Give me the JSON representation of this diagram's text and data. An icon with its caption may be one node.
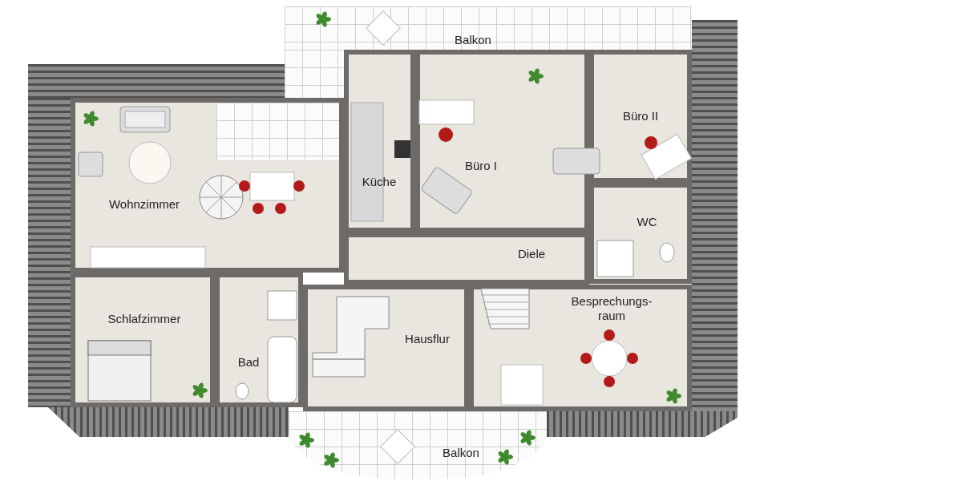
{
  "diagram": {
    "nodes": [
      {
        "text": [
          "Balkon"
        ]
      },
      {
        "text": [
          "Büro II"
        ]
      },
      {
        "text": [
          "Büro I"
        ]
      },
      {
        "text": [
          "Wohnzimmer"
        ]
      },
      {
        "text": [
          "Küche"
        ]
      },
      {
        "text": [
          "WC"
        ]
      },
      {
        "text": [
          "Diele"
        ]
      },
      {
        "text": [
          "Besprechungs- raum"
        ]
      },
      {
        "text": [
          "Schlafzimmer"
        ]
      },
      {
        "text": [
          "Hausflur"
        ]
      },
      {
        "text": [
          "Bad"
        ]
      },
      {
        "text": [
          "Balkon"
        ]
      },
      {
        "text": [],
        "shape": "tiles"
      },
      {
        "text": [],
        "shape": "tiles",
        "in": 3
      },
      {
        "text": [],
        "shape": "roof"
      },
      {
        "text": [],
        "shape": "roof"
      },
      {
        "text": [],
        "shape": "roof"
      },
      {
        "text": [],
        "shape": "roof"
      },
      {
        "text": [],
        "shape": "roof"
      }
    ]
  }
}
